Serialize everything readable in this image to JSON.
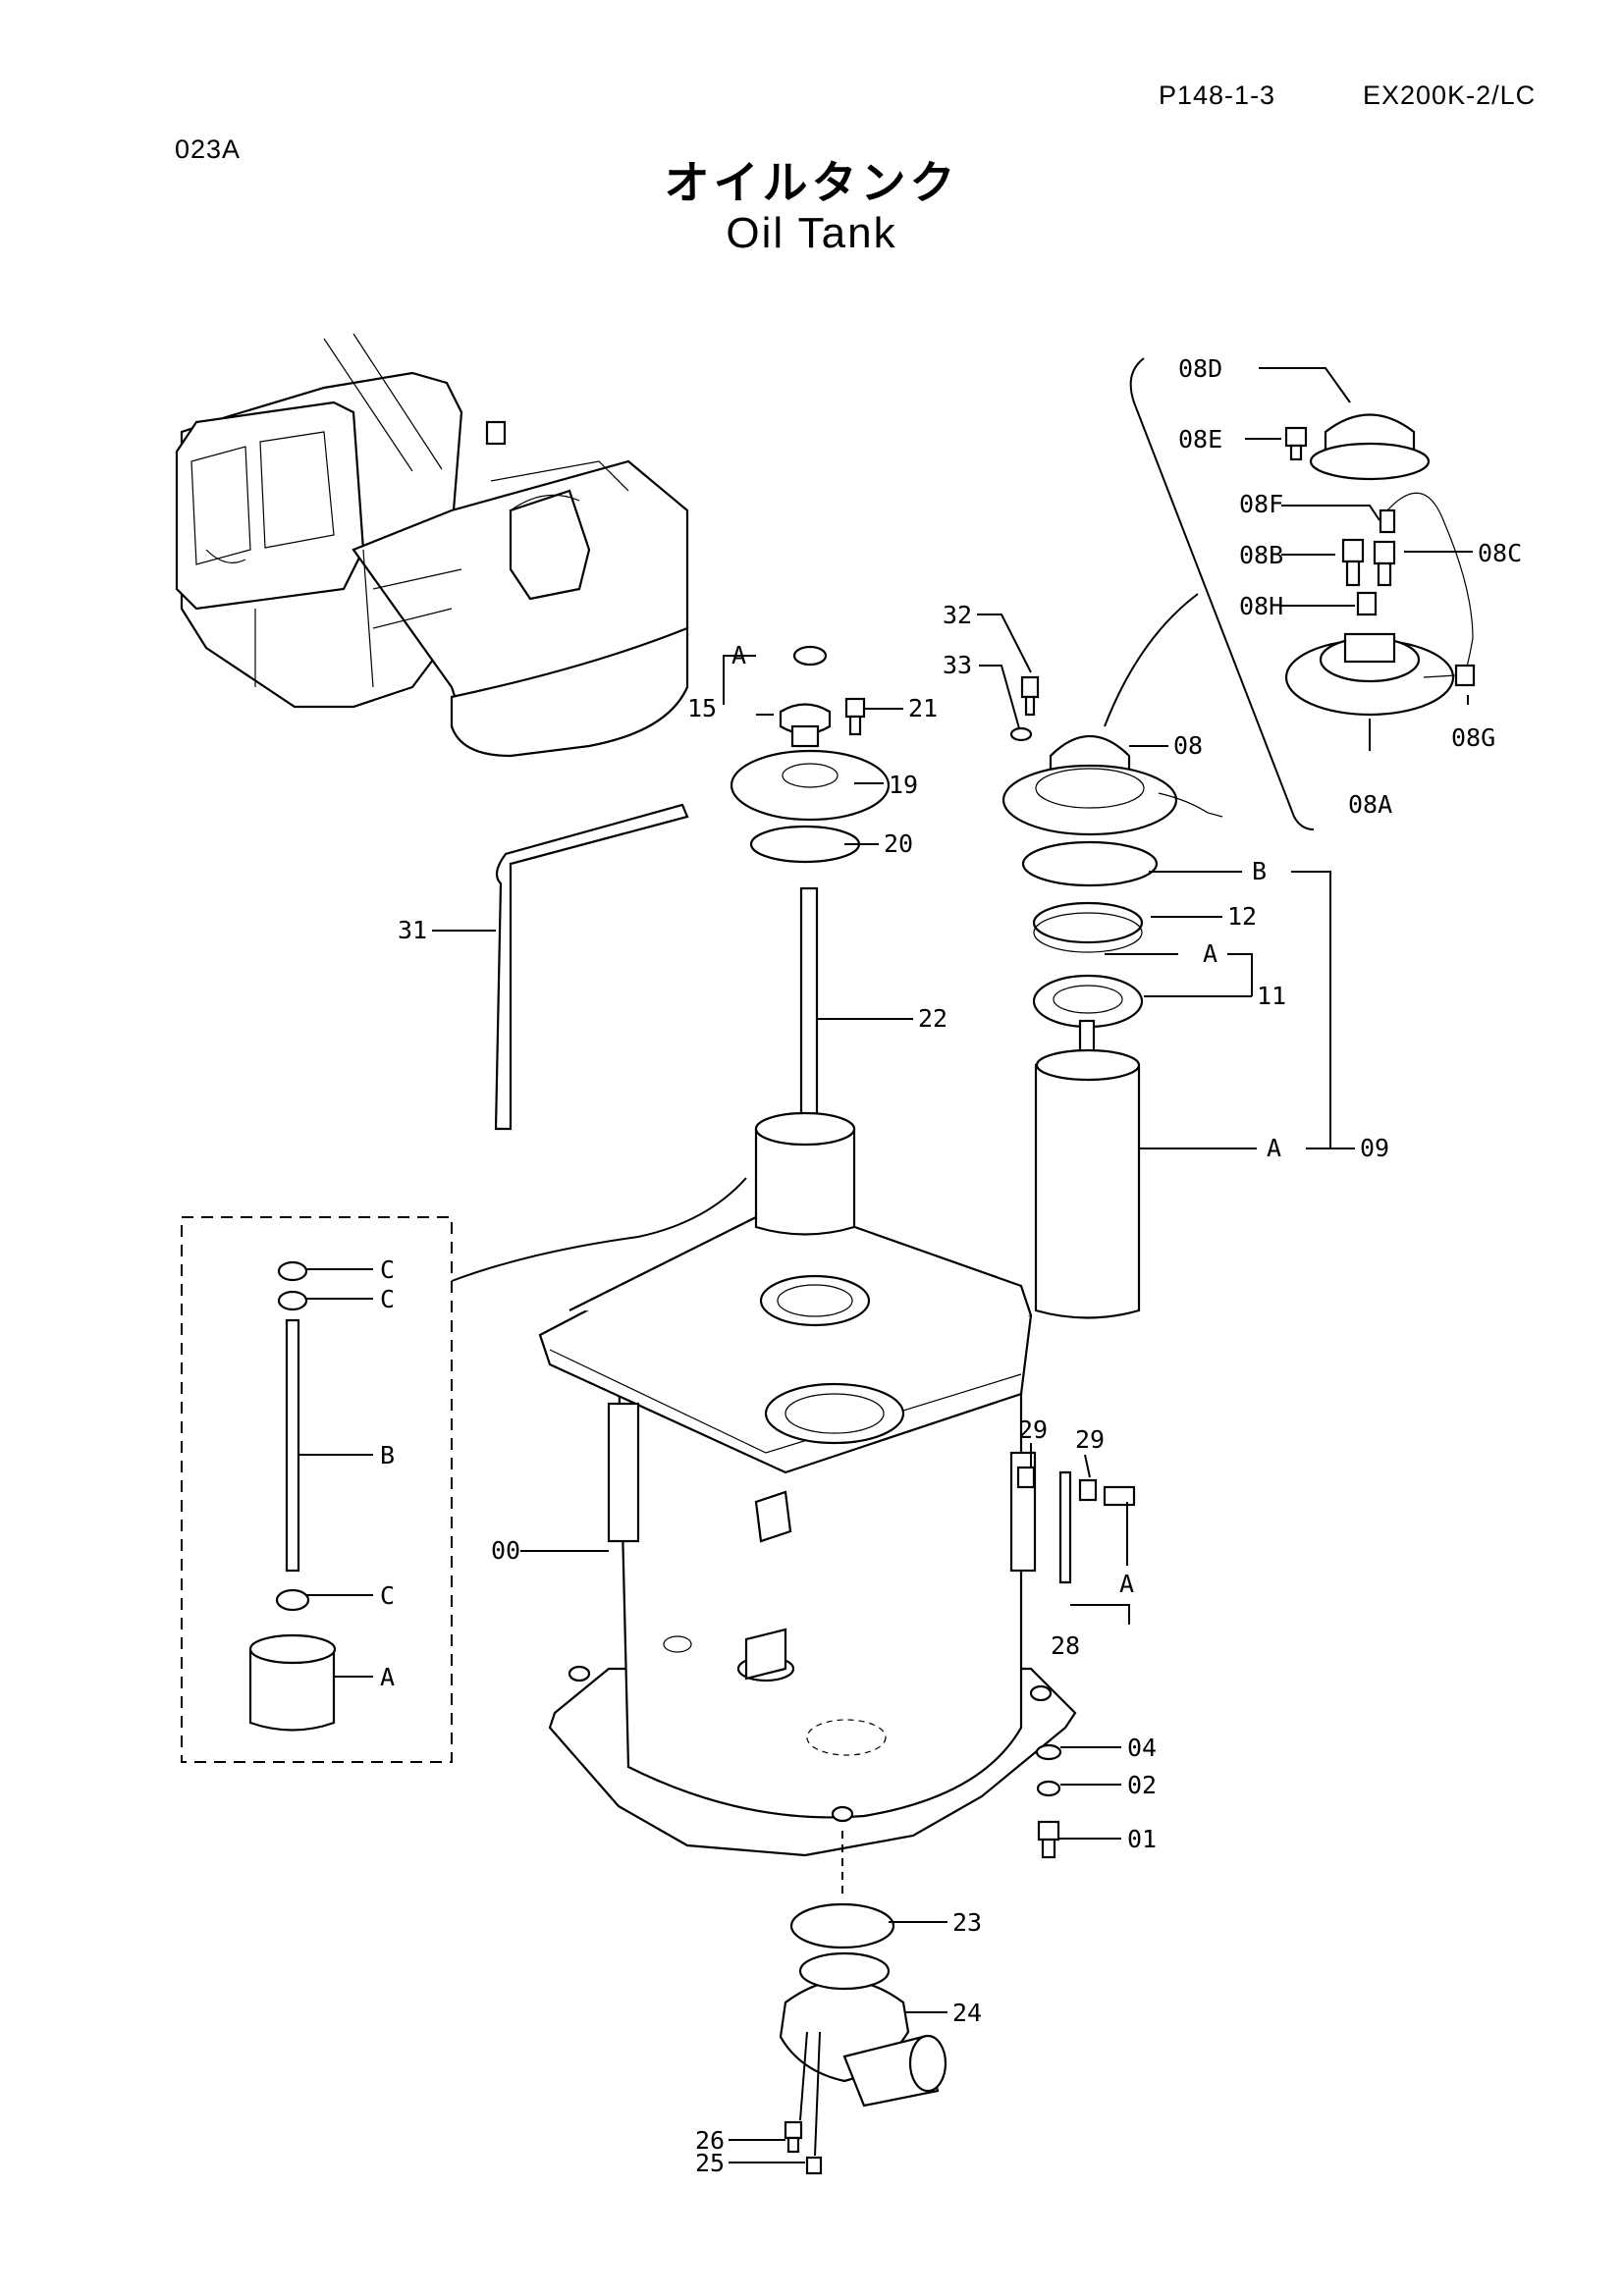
{
  "header": {
    "page_code": "P148-1-3",
    "model": "EX200K-2/LC",
    "figure_code": "023A"
  },
  "title": {
    "japanese": "オイルタンク",
    "english": "Oil Tank"
  },
  "callouts": [
    {
      "id": "c-08D",
      "text": "08D"
    },
    {
      "id": "c-08E",
      "text": "08E"
    },
    {
      "id": "c-08F",
      "text": "08F"
    },
    {
      "id": "c-08B",
      "text": "08B"
    },
    {
      "id": "c-08C",
      "text": "08C"
    },
    {
      "id": "c-08H",
      "text": "08H"
    },
    {
      "id": "c-08G",
      "text": "08G"
    },
    {
      "id": "c-08A",
      "text": "08A"
    },
    {
      "id": "c-32",
      "text": "32"
    },
    {
      "id": "c-33",
      "text": "33"
    },
    {
      "id": "c-08",
      "text": "08"
    },
    {
      "id": "c-15",
      "text": "15"
    },
    {
      "id": "c-21",
      "text": "21"
    },
    {
      "id": "c-15A",
      "text": "A"
    },
    {
      "id": "c-19",
      "text": "19"
    },
    {
      "id": "c-20",
      "text": "20"
    },
    {
      "id": "c-B1",
      "text": "B"
    },
    {
      "id": "c-12",
      "text": "12"
    },
    {
      "id": "c-11A",
      "text": "A"
    },
    {
      "id": "c-11",
      "text": "11"
    },
    {
      "id": "c-31",
      "text": "31"
    },
    {
      "id": "c-22",
      "text": "22"
    },
    {
      "id": "c-09A",
      "text": "A"
    },
    {
      "id": "c-09",
      "text": "09"
    },
    {
      "id": "c-C1",
      "text": "C"
    },
    {
      "id": "c-C2",
      "text": "C"
    },
    {
      "id": "c-Bd",
      "text": "B"
    },
    {
      "id": "c-C3",
      "text": "C"
    },
    {
      "id": "c-Ad",
      "text": "A"
    },
    {
      "id": "c-29a",
      "text": "29"
    },
    {
      "id": "c-29b",
      "text": "29"
    },
    {
      "id": "c-00",
      "text": "00"
    },
    {
      "id": "c-28A",
      "text": "A"
    },
    {
      "id": "c-28",
      "text": "28"
    },
    {
      "id": "c-04",
      "text": "04"
    },
    {
      "id": "c-02",
      "text": "02"
    },
    {
      "id": "c-01",
      "text": "01"
    },
    {
      "id": "c-23",
      "text": "23"
    },
    {
      "id": "c-24",
      "text": "24"
    },
    {
      "id": "c-26",
      "text": "26"
    },
    {
      "id": "c-25",
      "text": "25"
    }
  ]
}
